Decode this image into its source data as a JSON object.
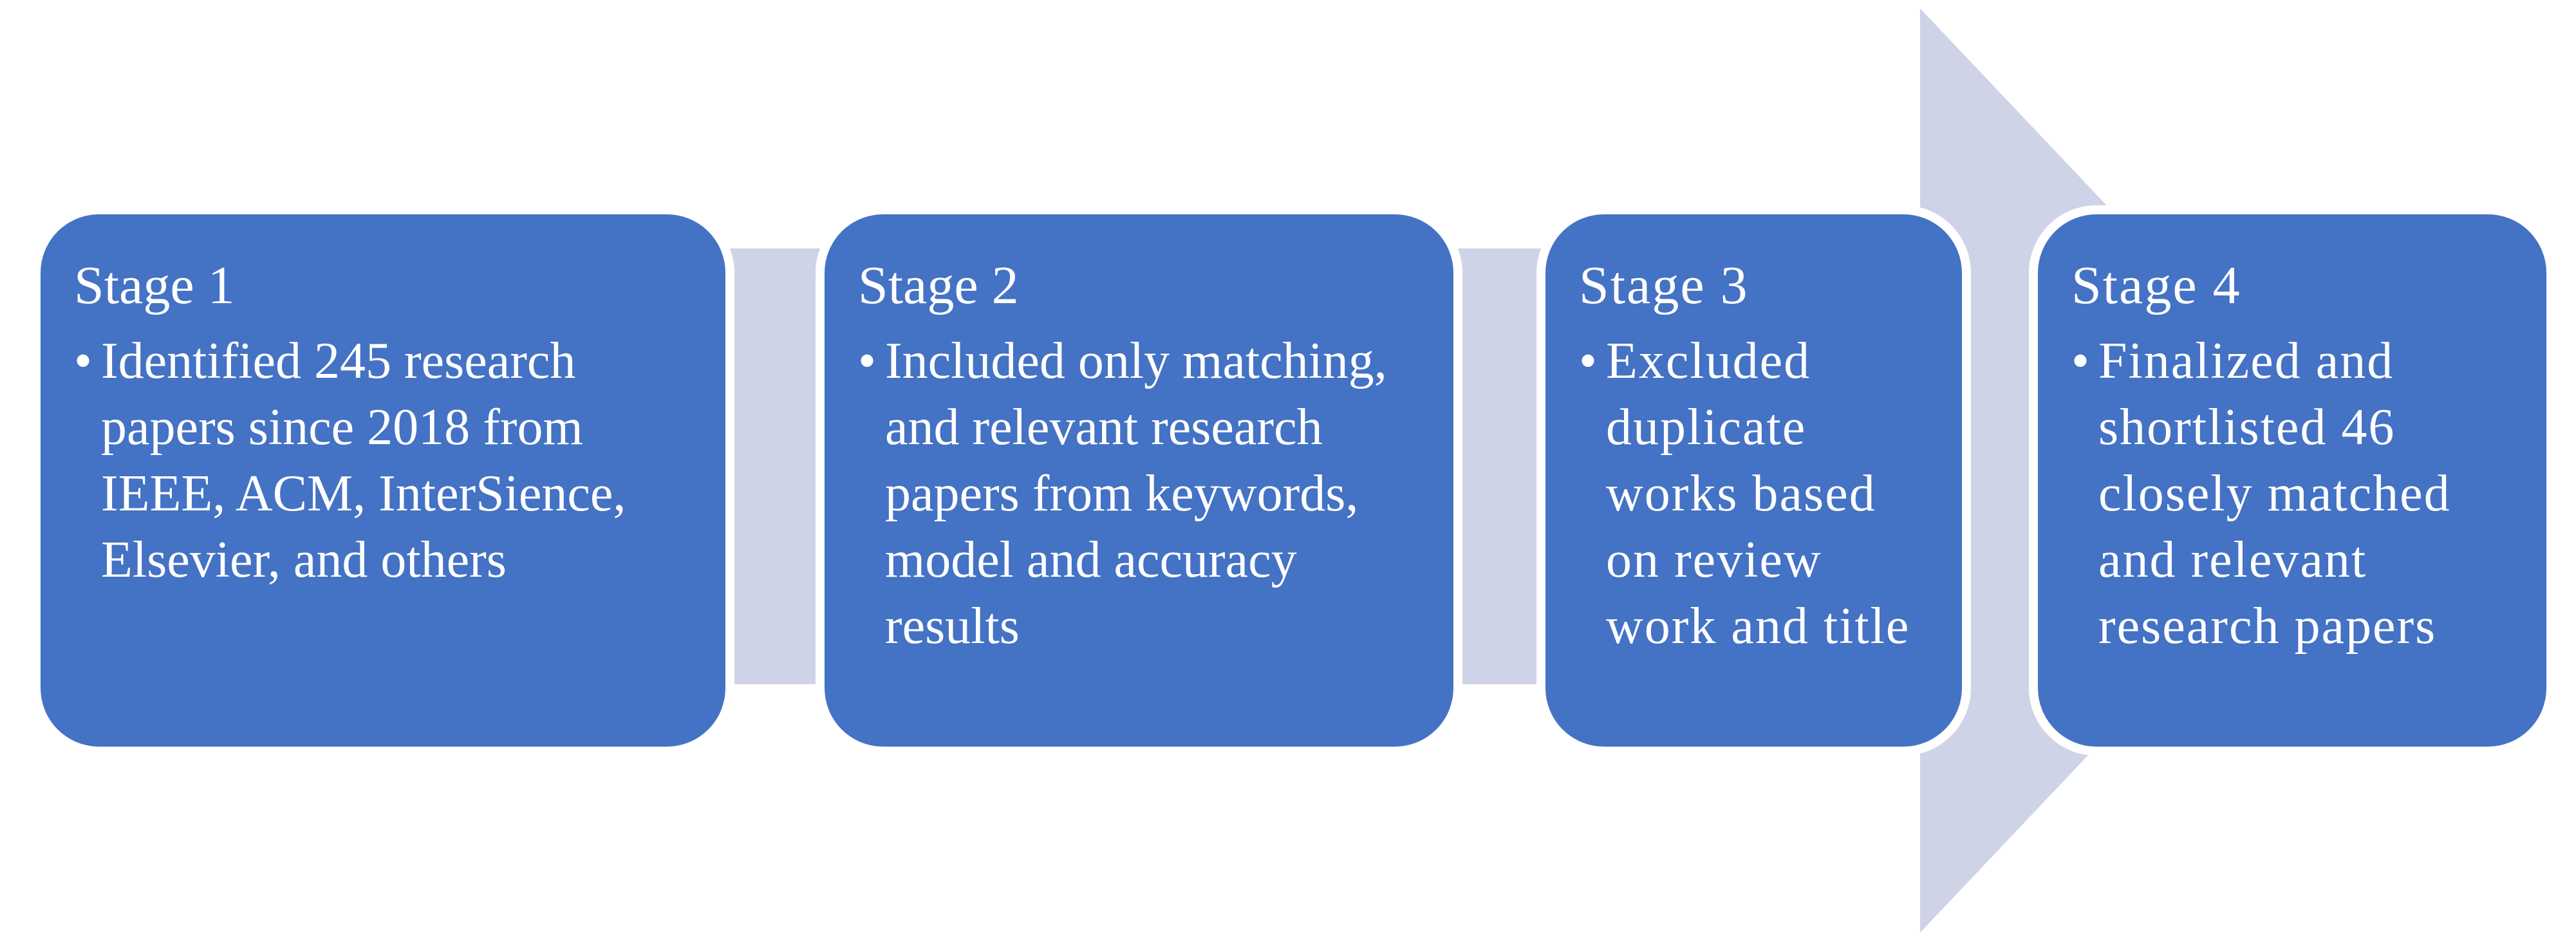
{
  "diagram": {
    "bullet_char": "•",
    "colors": {
      "box_fill": "#4472C4",
      "box_stroke": "#FFFFFF",
      "arrow_fill": "#CFD3E8",
      "text": "#FFFFFF",
      "background": "#FFFFFF"
    },
    "stages": [
      {
        "title": "Stage 1",
        "body": "Identified 245 research\npapers since 2018 from\nIEEE, ACM, InterSience,\nElsevier, and others"
      },
      {
        "title": "Stage 2",
        "body": "Included only matching,\nand relevant research\npapers from keywords,\nmodel and accuracy\nresults"
      },
      {
        "title": "Stage 3",
        "body": "Excluded\nduplicate\nworks based\non review\nwork and title"
      },
      {
        "title": "Stage 4",
        "body": "Finalized and\nshortlisted 46\nclosely matched\nand relevant\nresearch papers"
      }
    ]
  }
}
